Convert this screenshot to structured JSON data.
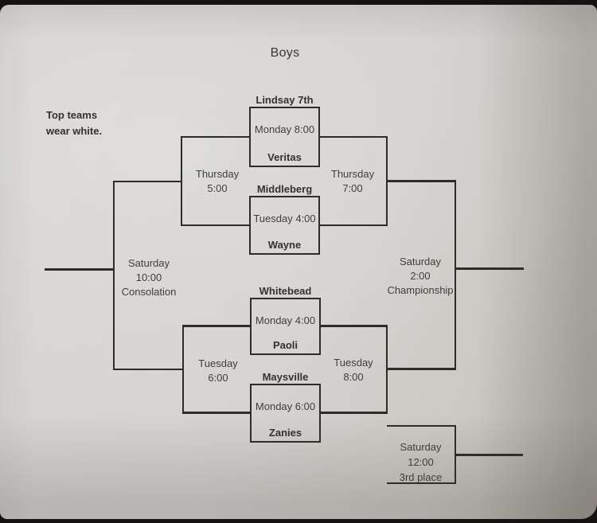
{
  "photo": {
    "paper_color": "#d5d3d0",
    "ink_color": "#2e2c29",
    "text_color": "#403e3a"
  },
  "title": "Boys",
  "note": {
    "line1": "Top teams",
    "line2": "wear white."
  },
  "games": {
    "g1": {
      "top_team": "Lindsay 7th",
      "time": "Monday 8:00",
      "bottom_team": "Veritas"
    },
    "g2": {
      "top_team": "Middleberg",
      "time": "Tuesday 4:00",
      "bottom_team": "Wayne"
    },
    "g3": {
      "top_team": "Whitebead",
      "time": "Monday 4:00",
      "bottom_team": "Paoli"
    },
    "g4": {
      "top_team": "Maysville",
      "time": "Monday 6:00",
      "bottom_team": "Zanies"
    }
  },
  "round2": {
    "upper_left": {
      "day": "Thursday",
      "time": "5:00"
    },
    "upper_right": {
      "day": "Thursday",
      "time": "7:00"
    },
    "lower_left": {
      "day": "Tuesday",
      "time": "6:00"
    },
    "lower_right": {
      "day": "Tuesday",
      "time": "8:00"
    }
  },
  "finals": {
    "consolation": {
      "line1": "Saturday",
      "line2": "10:00",
      "line3": "Consolation"
    },
    "championship": {
      "line1": "Saturday",
      "line2": "2:00",
      "line3": "Championship"
    },
    "third_place": {
      "line1": "Saturday 12:00",
      "line2": "3rd place"
    }
  }
}
